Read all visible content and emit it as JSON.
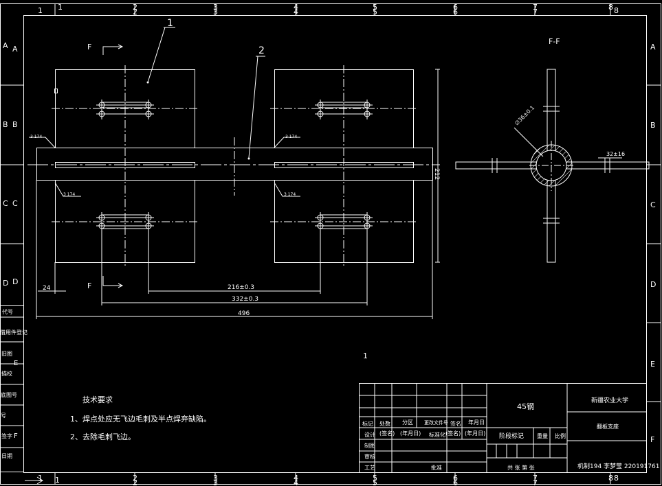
{
  "border": {
    "top_zones": [
      "1",
      "1",
      "2",
      "2",
      "3",
      "3",
      "4",
      "4",
      "5",
      "5",
      "6",
      "6",
      "7",
      "7",
      "8",
      "8"
    ],
    "bottom_zones": [
      "1",
      "1",
      "2",
      "2",
      "3",
      "3",
      "4",
      "4",
      "5",
      "5",
      "6",
      "6",
      "7",
      "7",
      "8",
      "8"
    ],
    "left_zones": [
      "A",
      "A",
      "B",
      "B",
      "C",
      "C",
      "D",
      "D",
      "E",
      "F"
    ],
    "right_zones": [
      "A",
      "B",
      "C",
      "D",
      "E",
      "F"
    ],
    "side_block_labels": [
      "代号",
      "借用件登记",
      "旧图",
      "描校",
      "底图号",
      "签字",
      "日期"
    ],
    "side_block_extra": [
      "号",
      "E",
      "F"
    ]
  },
  "front_view": {
    "view_label_top": "F",
    "view_label_bottom": "F",
    "balloon_1": "1",
    "balloon_2": "2",
    "weld_symbols": [
      "3 174",
      "3 174",
      "3 174",
      "3 174"
    ],
    "dim_24": "24",
    "dim_216": "216±0.3",
    "dim_332": "332±0.3",
    "dim_496": "496",
    "dim_height": "212"
  },
  "section_view": {
    "title": "F-F",
    "dim_diag": "∅36±0.1",
    "dim_right": "32±16"
  },
  "center_mark": "1",
  "tech_req": {
    "heading": "技术要求",
    "items": [
      "1、焊点处应无飞边毛刺及半点焊弃缺陷。",
      "2、去除毛刺飞边。"
    ]
  },
  "title_block": {
    "material": "45钢",
    "university": "新疆农业大学",
    "drawing_name": "翻板支座",
    "row_labels": [
      "标记",
      "处数",
      "分区",
      "更改文件号",
      "签名",
      "年月日"
    ],
    "row2": [
      "设计",
      "(签名)",
      "(年月日)",
      "标准化",
      "(签名)",
      "(年月日)"
    ],
    "stage_labels": [
      "阶段标记",
      "重量",
      "比例"
    ],
    "left_labels": [
      "制图",
      "审核",
      "工艺"
    ],
    "approve": "批准",
    "sheets": "共  张  第  张",
    "student": "机制194 李梦莹 220191761"
  }
}
